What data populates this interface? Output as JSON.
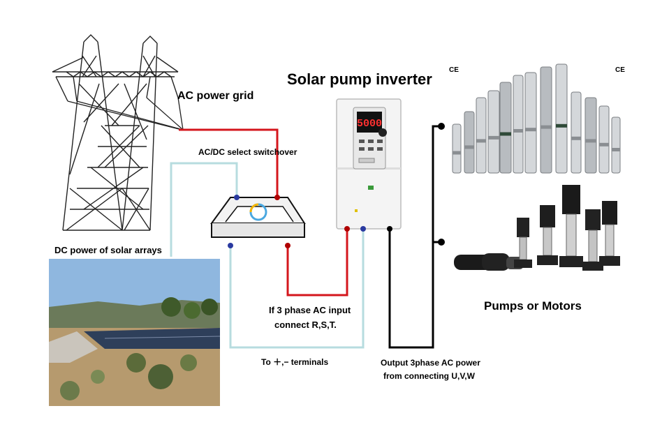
{
  "title": "Solar pump inverter",
  "labels": {
    "grid": "AC power grid",
    "switchover": "AC/DC select switchover",
    "solar": "DC power of solar arrays",
    "phase_in_1": "If 3 phase AC input",
    "phase_in_2": "connect R,S,T.",
    "terminals": "To ＋,− terminals",
    "output_1": "Output 3phase AC power",
    "output_2": "from connecting U,V,W",
    "pumps": "Pumps or Motors",
    "ce": "CE",
    "inverter_display": "5000"
  },
  "colors": {
    "ac_wire": "#d4161c",
    "dc_wire": "#b7dcdf",
    "out_wire": "#000000",
    "terminal_blue": "#2a3aa0",
    "terminal_red": "#b00000"
  }
}
